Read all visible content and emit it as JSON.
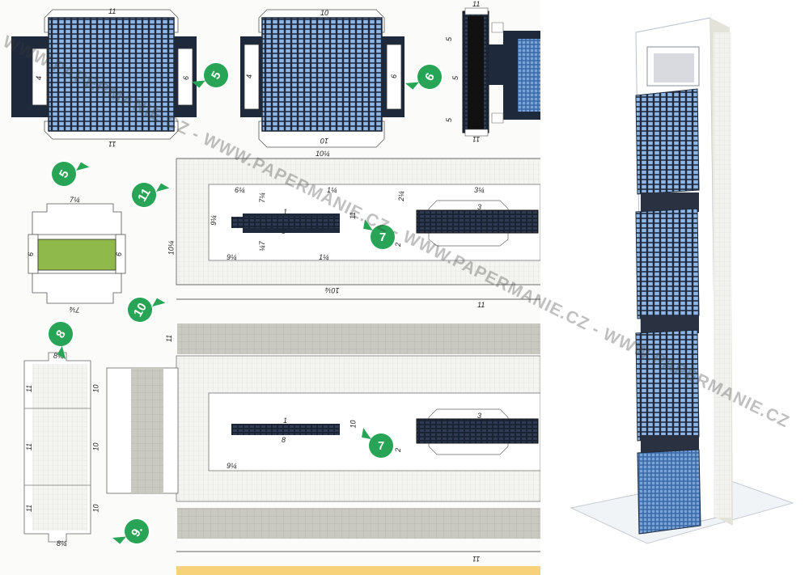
{
  "watermark": "WWW.PAPERMANIE.CZ - WWW.PAPERMANIE.CZ - WWW.PAPERMANIE.CZ - WWW.PAPERMANIE.CZ",
  "colors": {
    "facade_blue": "#8fb6e4",
    "facade_dark": "#1e2a3c",
    "roof_green": "#8fb94a",
    "concrete_grey": "#c9c9c1",
    "badge_green": "#27a455"
  },
  "badges": {
    "b5a": "5",
    "b6": "6",
    "b5b": "5",
    "b11": "11",
    "b7a": "7",
    "b10": "10",
    "b8": "8",
    "b7b": "7",
    "b9": "9."
  },
  "labels": {
    "p11_top": "11",
    "p11_bot": "11",
    "p11_side_l": "4",
    "p11_side_r": "6",
    "p10_top": "10",
    "p10_bot": "10",
    "p10_side_l": "4",
    "p10_side_r": "6",
    "p6_top": "11",
    "p6_bot": "11",
    "p6_s1": "5",
    "p6_s2": "5",
    "p6_s3": "5",
    "roof_top": "7¼",
    "roof_bot": "7¼",
    "roof_l": "6",
    "roof_r": "6",
    "frame_top": "10¼",
    "frame_bot": "10¼",
    "frame_left": "10¼",
    "s_a": "6¼",
    "s_b": "7¼",
    "s_c": "1¼",
    "s_d": "2¼",
    "s_e": "3¼",
    "s_f": "8",
    "s_g": "1",
    "s_h": "3",
    "s_i": "11",
    "s_j": "9¼",
    "s_k": "9¼",
    "s_l": "2",
    "s_m": "¼7",
    "s_n": "1¼",
    "band_top": "11",
    "band_bot": "11",
    "band_side": "11",
    "col_top": "8¼",
    "col_bot": "8¼",
    "col_s1": "11",
    "col_s2": "10",
    "col_s3": "11",
    "col_s4": "10",
    "col_s5": "11",
    "col_s6": "10",
    "low_a": "9¼",
    "low_b": "1",
    "low_c": "8",
    "low_d": "10",
    "low_e": "3",
    "low_f": "2"
  }
}
